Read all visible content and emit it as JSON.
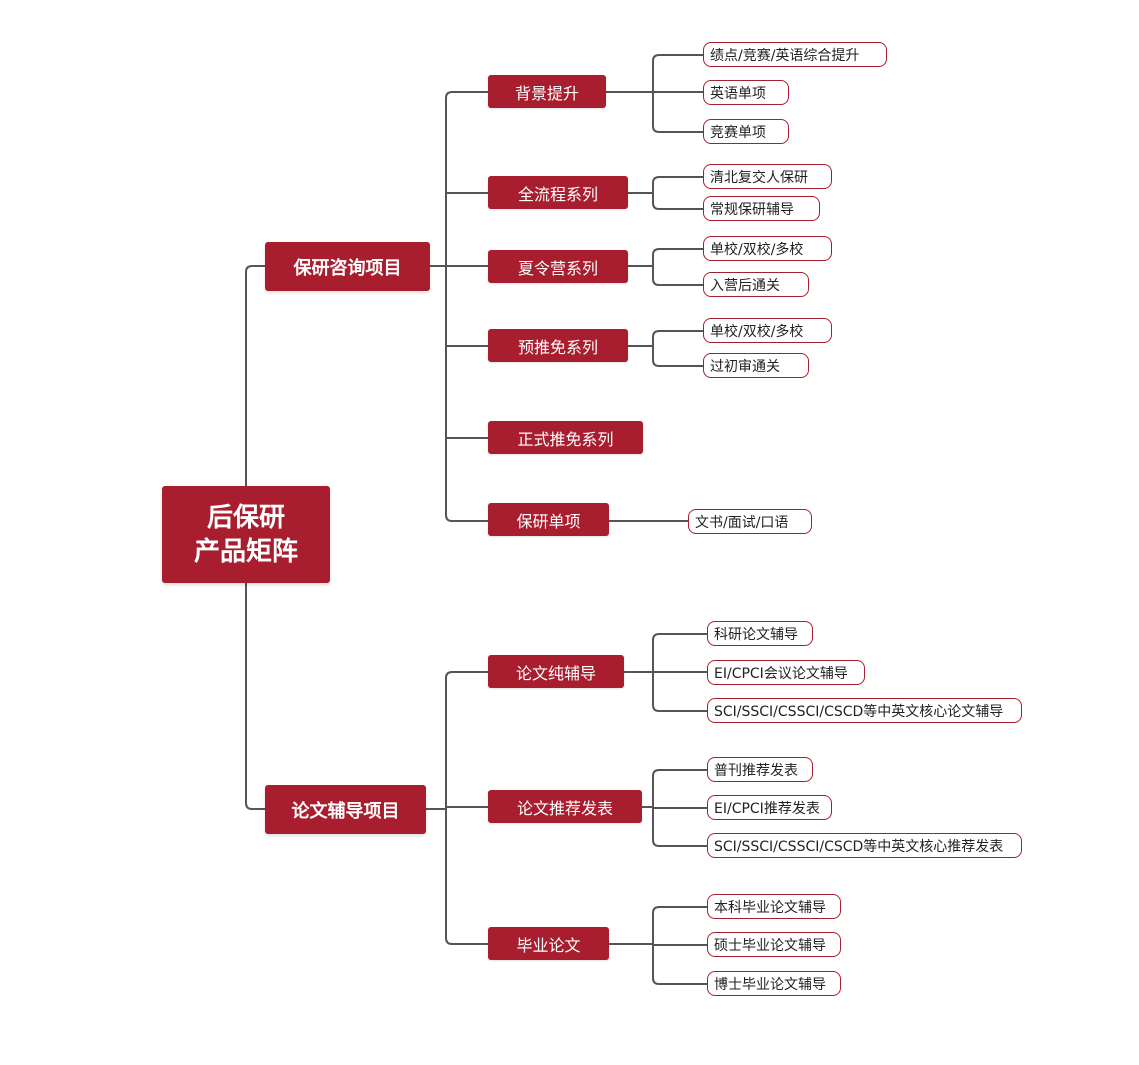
{
  "root": {
    "line1": "后保研",
    "line2": "产品矩阵"
  },
  "colors": {
    "node_fill": "#a81e2e",
    "leaf_border": "#a81e2e",
    "connector": "#555555"
  },
  "branches": [
    {
      "label": "保研咨询项目",
      "children": [
        {
          "label": "背景提升",
          "leaves": [
            "绩点/竞赛/英语综合提升",
            "英语单项",
            "竞赛单项"
          ]
        },
        {
          "label": "全流程系列",
          "leaves": [
            "清北复交人保研",
            "常规保研辅导"
          ]
        },
        {
          "label": "夏令营系列",
          "leaves": [
            "单校/双校/多校",
            "入营后通关"
          ]
        },
        {
          "label": "预推免系列",
          "leaves": [
            "单校/双校/多校",
            "过初审通关"
          ]
        },
        {
          "label": "正式推免系列",
          "leaves": []
        },
        {
          "label": "保研单项",
          "leaves": [
            "文书/面试/口语"
          ]
        }
      ]
    },
    {
      "label": "论文辅导项目",
      "children": [
        {
          "label": "论文纯辅导",
          "leaves": [
            "科研论文辅导",
            "EI/CPCI会议论文辅导",
            "SCI/SSCI/CSSCI/CSCD等中英文核心论文辅导"
          ]
        },
        {
          "label": "论文推荐发表",
          "leaves": [
            "普刊推荐发表",
            "EI/CPCI推荐发表",
            "SCI/SSCI/CSSCI/CSCD等中英文核心推荐发表"
          ]
        },
        {
          "label": "毕业论文",
          "leaves": [
            "本科毕业论文辅导",
            "硕士毕业论文辅导",
            "博士毕业论文辅导"
          ]
        }
      ]
    }
  ]
}
